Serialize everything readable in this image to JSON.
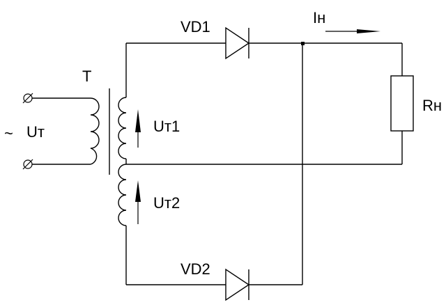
{
  "labels": {
    "transformer": "T",
    "vd1": "VD1",
    "vd2": "VD2",
    "load_current": "Iн",
    "load_resistor": "Rн",
    "tilde": "~",
    "input_voltage": "Uт",
    "u_t1": "Uт1",
    "u_t2": "Uт2"
  },
  "colors": {
    "stroke": "#000000",
    "background": "#ffffff"
  }
}
